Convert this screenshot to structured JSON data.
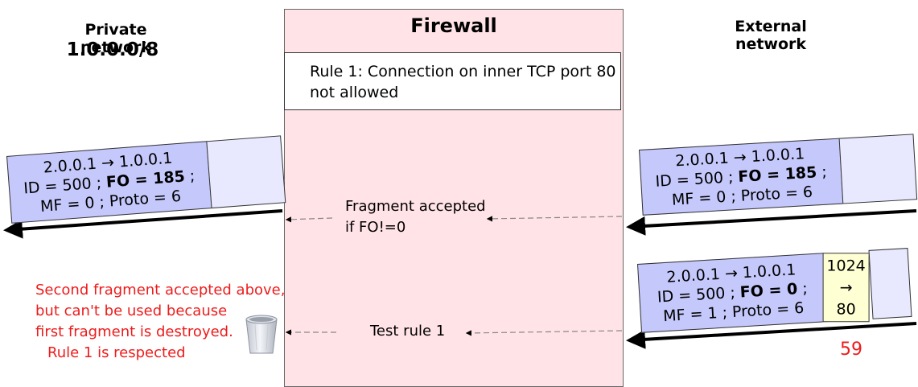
{
  "private_network": {
    "title": "Private network",
    "subnet": "1.0.0.0/8"
  },
  "external_network": {
    "title": "External network"
  },
  "firewall": {
    "title": "Firewall",
    "rule_line1": "Rule 1: Connection on inner TCP port 80",
    "rule_line2": "not allowed"
  },
  "packet_outgoing": {
    "line1": "2.0.0.1 → 1.0.0.1",
    "id_prefix": "ID = 500 ; ",
    "fo": "FO = 185",
    "id_suffix": " ;",
    "line3": "MF = 0 ; Proto = 6"
  },
  "packet_incoming_frag2": {
    "line1": "2.0.0.1 → 1.0.0.1",
    "id_prefix": "ID = 500 ; ",
    "fo": "FO = 185",
    "id_suffix": " ;",
    "line3": "MF = 0 ; Proto = 6"
  },
  "packet_incoming_frag1": {
    "line1": "2.0.0.1 → 1.0.0.1",
    "id_prefix": "ID = 500 ; ",
    "fo": "FO = 0",
    "id_suffix": " ;",
    "line3": "MF = 1 ; Proto = 6",
    "port_src": "1024",
    "port_arrow": "→",
    "port_dst": "80"
  },
  "annotations": {
    "fragment_accepted_1": "Fragment accepted",
    "fragment_accepted_2": "if FO!=0",
    "test_rule": "Test rule 1",
    "note_line1": "Second fragment accepted above,",
    "note_line2": "but can't be used because",
    "note_line3": "first fragment is destroyed.",
    "note_line4": "Rule 1 is respected"
  },
  "page_number": "59",
  "colors": {
    "firewall_bg": "#ffe3e6",
    "packet_header": "#c5c8fb",
    "packet_payload": "#e8e9ff",
    "port_box": "#ffffd4",
    "note_text": "#ee1b1b"
  },
  "icons": {
    "trash": "trash-can-icon"
  }
}
